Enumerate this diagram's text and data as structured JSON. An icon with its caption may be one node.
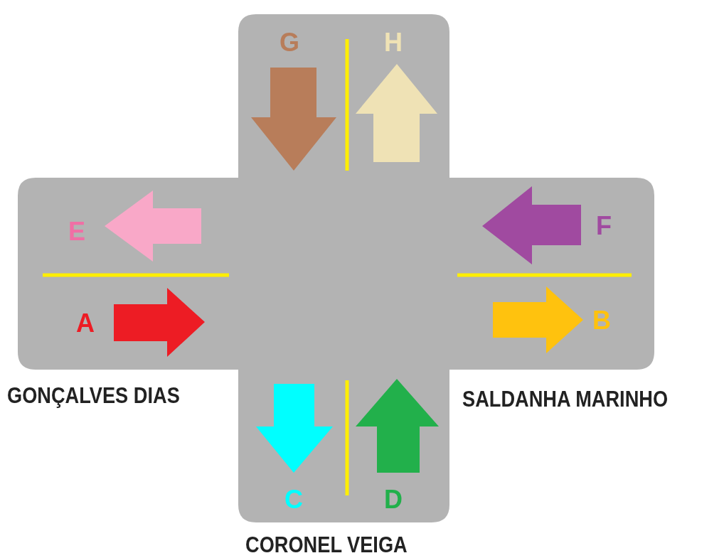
{
  "diagram": {
    "labels": [
      "G",
      "H",
      "E",
      "F",
      "A",
      "B",
      "GONÇALVES DIAS",
      "SALDANHA MARINHO",
      "C",
      "D",
      "CORONEL VEIGA"
    ]
  }
}
